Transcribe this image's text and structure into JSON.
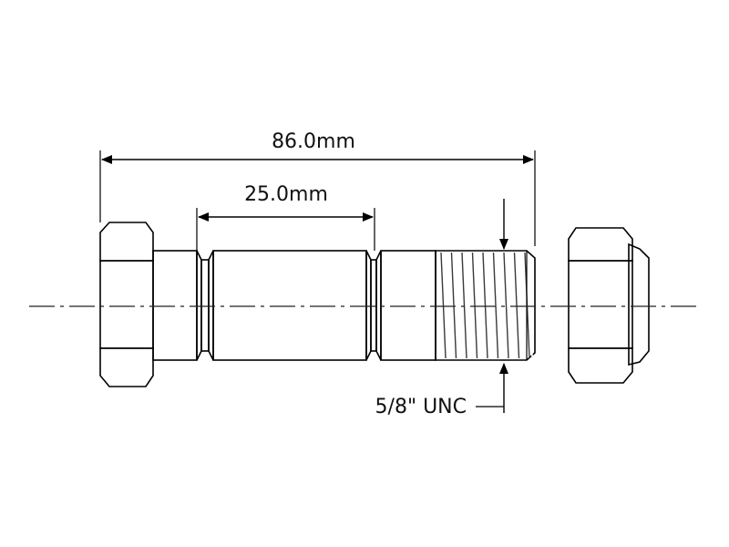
{
  "dimensions": {
    "overall_length": "86.0mm",
    "shank_length": "25.0mm",
    "thread_spec": "5/8\" UNC"
  },
  "colors": {
    "background": "#ffffff",
    "outline": "#000000",
    "steel_light": "#ffffff",
    "steel_dark": "#6d6d6d",
    "highlight_red": "#ff3a1a",
    "highlight_peach": "#ffd9cc"
  }
}
